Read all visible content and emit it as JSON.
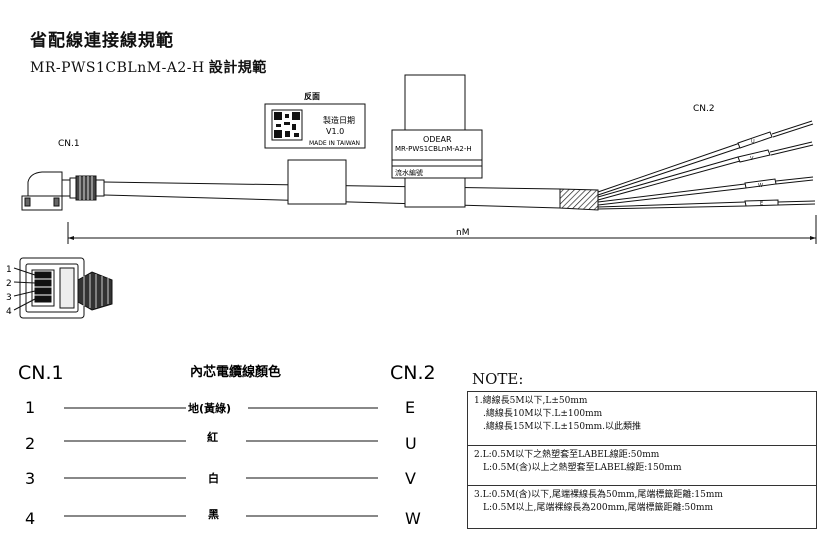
{
  "header": {
    "title": "省配線連接線規範",
    "model_code": "MR-PWS1CBLnM-A2-H",
    "model_suffix": "設計規範"
  },
  "drawing": {
    "cn1_label": "CN.1",
    "cn2_label": "CN.2",
    "length_label": "nM",
    "label1": {
      "caption": "反面",
      "date_text": "製造日期",
      "version": "V1.0",
      "made_in": "MADE IN TAIWAN"
    },
    "label2": {
      "brand": "ODEAR",
      "model": "MR-PWS1CBLnM-A2-H",
      "serial": "流水編號"
    },
    "wire_tags": [
      "U",
      "V",
      "W",
      "E"
    ],
    "pin_numbers": [
      "1",
      "2",
      "3",
      "4"
    ]
  },
  "wiring": {
    "left_header": "CN.1",
    "center_header": "內芯電纜線顏色",
    "right_header": "CN.2",
    "rows": [
      {
        "pin": "1",
        "color": "地(黃綠)",
        "signal": "E"
      },
      {
        "pin": "2",
        "color": "紅",
        "signal": "U"
      },
      {
        "pin": "3",
        "color": "白",
        "signal": "V"
      },
      {
        "pin": "4",
        "color": "黑",
        "signal": "W"
      }
    ]
  },
  "notes": {
    "title": "NOTE:",
    "sections": [
      [
        "1.總線長5M以下,L±50mm",
        ".總線長10M以下.L±100mm",
        ".總線長15M以下.L±150mm.以此類推"
      ],
      [
        "2.L:0.5M以下之熱塑套至LABEL線距:50mm",
        "L:0.5M(含)以上之熱塑套至LABEL線距:150mm"
      ],
      [
        "3.L:0.5M(含)以下,尾端裸線長為50mm,尾端標籤距離:15mm",
        "L:0.5M以上,尾端裸線長為200mm,尾端標籤距離:50mm"
      ]
    ]
  }
}
